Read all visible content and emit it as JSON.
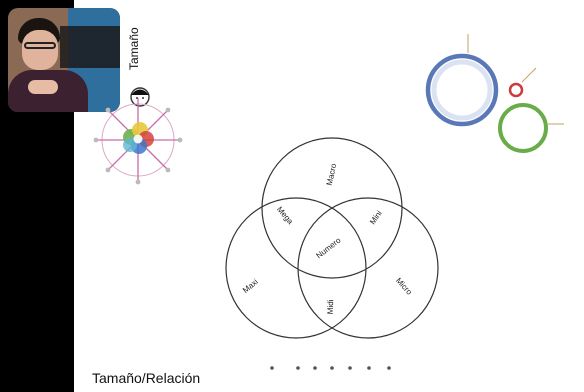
{
  "slide": {
    "vertical_title": "Tamaño",
    "footer_label": "Tamaño/Relación"
  },
  "venn": {
    "labels": {
      "top": "Macro",
      "left": "Maxi",
      "right": "Micro",
      "top_left": "Mega",
      "top_right": "Mini",
      "center": "Numero",
      "bottom": "Midi"
    }
  },
  "colors": {
    "circle_blue": "#5a78b8",
    "circle_red": "#cc3b3b",
    "circle_green": "#69ac48",
    "wheel_spokes": "#cc6aa8"
  },
  "pagination": {
    "dots": 7
  }
}
